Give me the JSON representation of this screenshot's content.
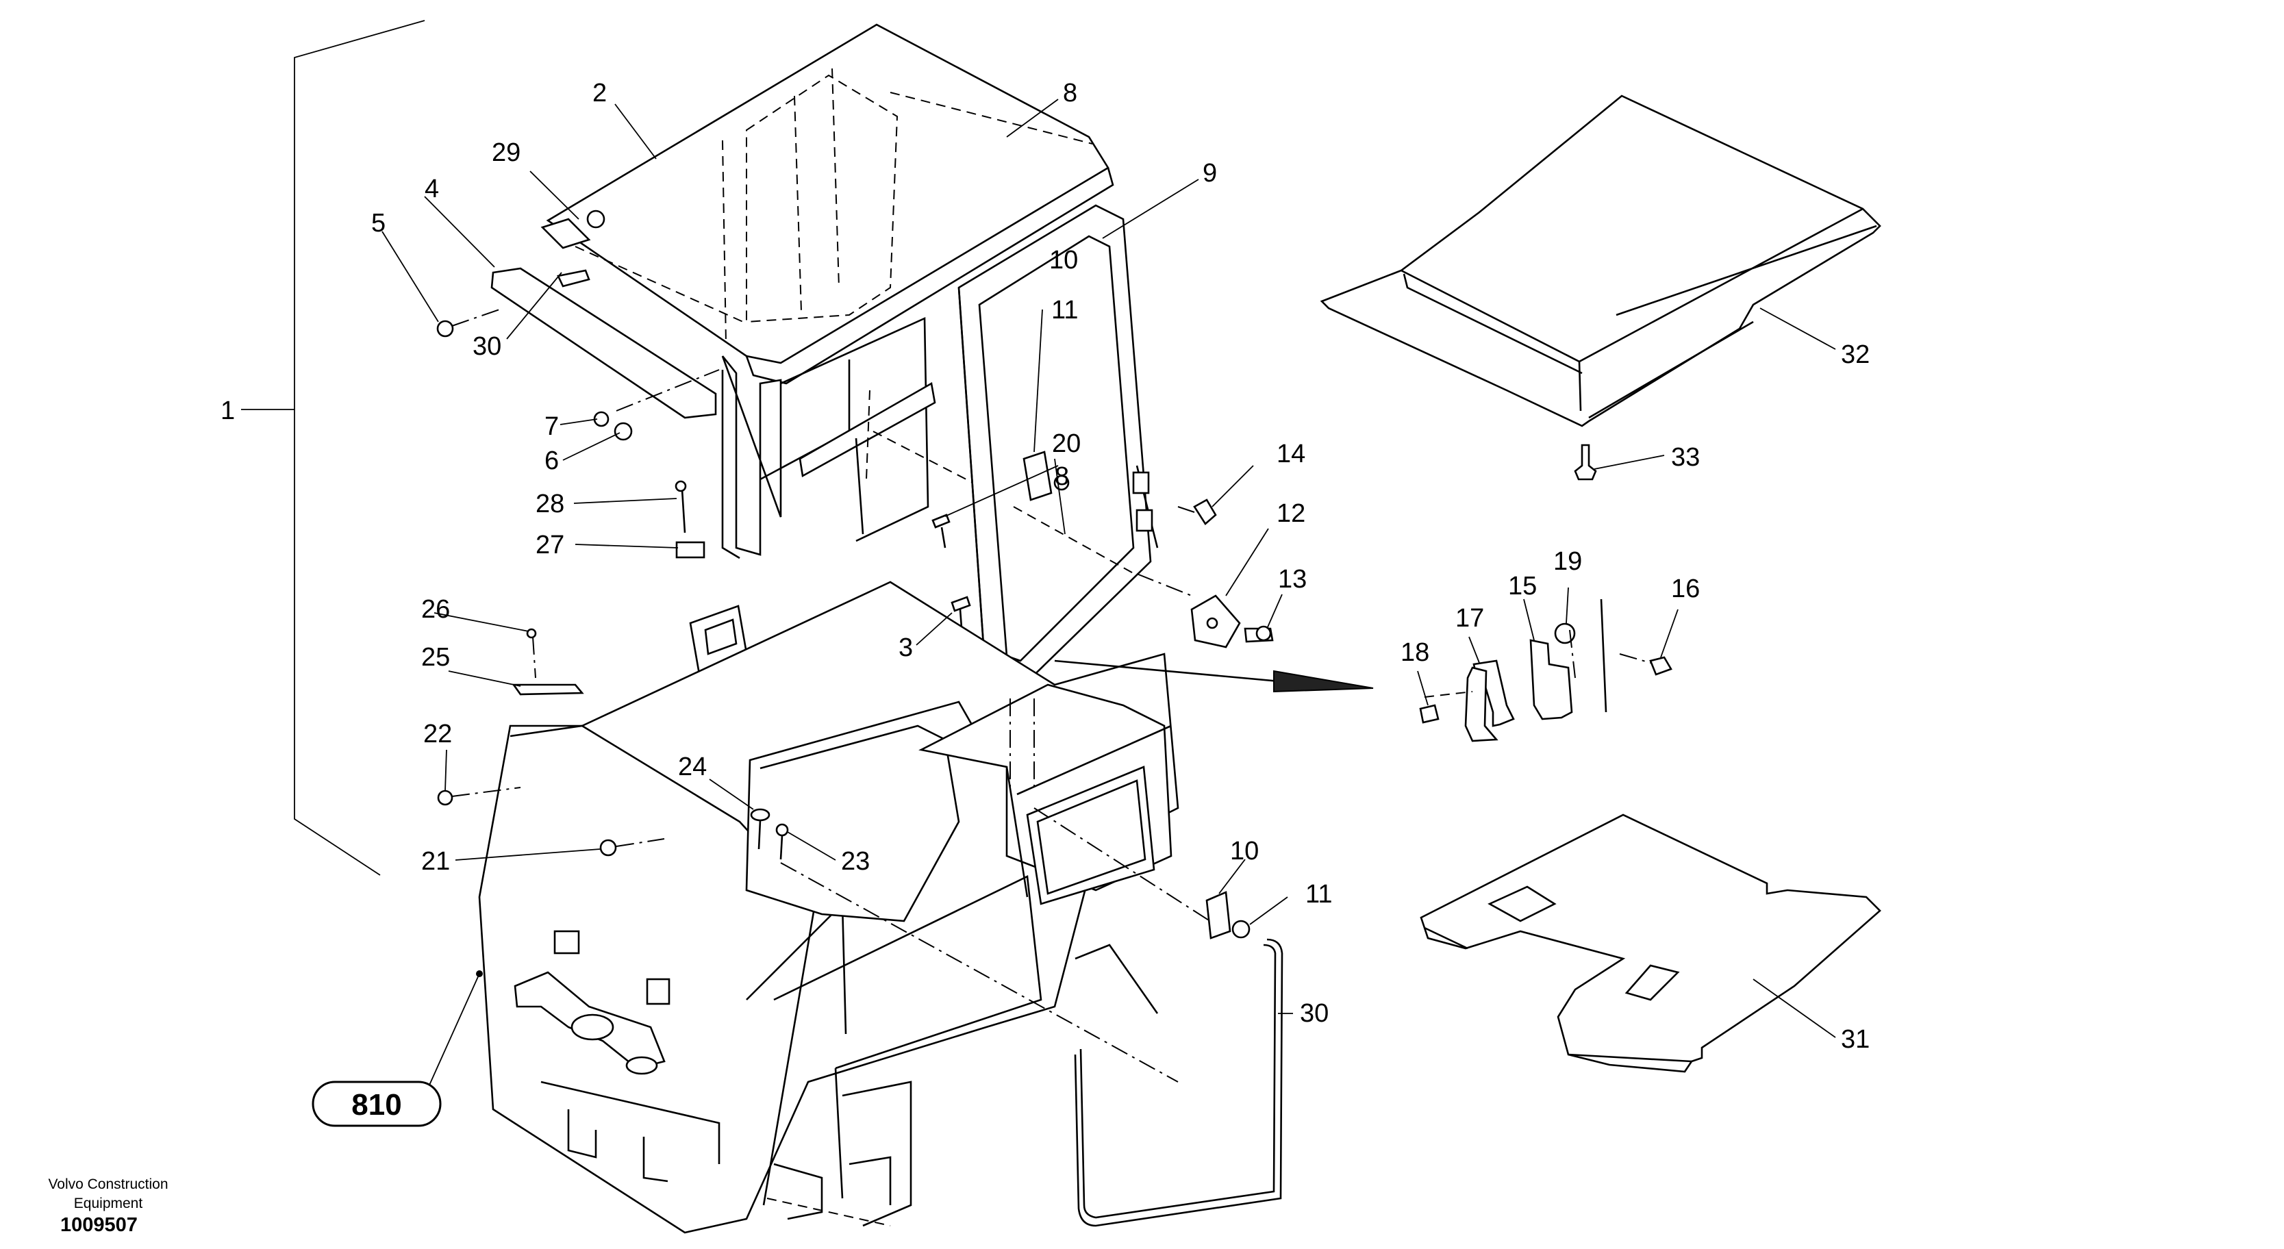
{
  "diagram": {
    "part_numbers": [
      "1",
      "2",
      "3",
      "4",
      "5",
      "6",
      "7",
      "8",
      "8",
      "9",
      "10",
      "10",
      "11",
      "11",
      "12",
      "13",
      "14",
      "15",
      "16",
      "17",
      "18",
      "19",
      "20",
      "21",
      "22",
      "23",
      "24",
      "25",
      "26",
      "27",
      "28",
      "29",
      "30",
      "30",
      "31",
      "32",
      "33"
    ],
    "group_badge": "810"
  },
  "footer": {
    "brand_line1": "Volvo Construction",
    "brand_line2": "Equipment",
    "document_number": "1009507"
  },
  "icons": {
    "cab_frame": "cab-frame-icon",
    "roof_panel": "roof-panel-icon",
    "floor_plate": "floor-plate-icon",
    "hinge": "hinge-icon",
    "arrow": "arrow-icon"
  }
}
